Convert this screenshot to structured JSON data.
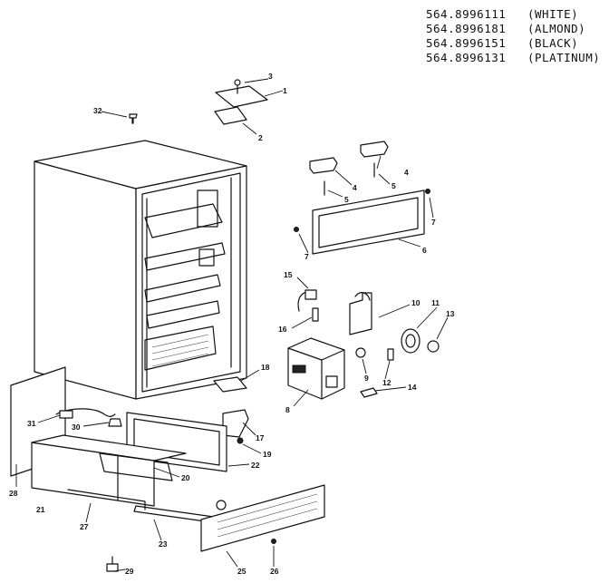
{
  "models": [
    {
      "number": "564.8996111",
      "color": "(WHITE)"
    },
    {
      "number": "564.8996181",
      "color": "(ALMOND)"
    },
    {
      "number": "564.8996151",
      "color": "(BLACK)"
    },
    {
      "number": "564.8996131",
      "color": "(PLATINUM)"
    }
  ],
  "callouts": {
    "c1": "1",
    "c2": "2",
    "c3": "3",
    "c32": "32",
    "c4a": "4",
    "c4b": "4",
    "c5a": "5",
    "c5b": "5",
    "c6": "6",
    "c7a": "7",
    "c7b": "7",
    "c8": "8",
    "c9": "9",
    "c10": "10",
    "c11": "11",
    "c12": "12",
    "c13": "13",
    "c14": "14",
    "c15": "15",
    "c16": "16",
    "c17": "17",
    "c18": "18",
    "c19": "19",
    "c20": "20",
    "c21": "21",
    "c22": "22",
    "c23": "23",
    "c25": "25",
    "c26": "26",
    "c27": "27",
    "c28": "28",
    "c29": "29",
    "c30": "30",
    "c31": "31"
  }
}
